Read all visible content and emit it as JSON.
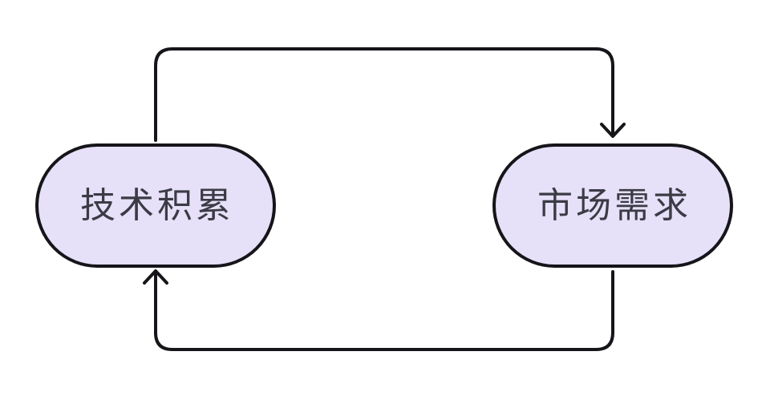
{
  "diagram": {
    "type": "cycle",
    "nodes": [
      {
        "id": "tech",
        "label": "技术积累"
      },
      {
        "id": "market",
        "label": "市场需求"
      }
    ],
    "edges": [
      {
        "from": "tech",
        "to": "market",
        "route": "top",
        "arrowhead": "down"
      },
      {
        "from": "market",
        "to": "tech",
        "route": "bottom",
        "arrowhead": "up"
      }
    ],
    "colors": {
      "background": "#ffffff",
      "node_fill": "#e6e0f8",
      "node_border": "#15151a",
      "arrow": "#15151a",
      "text": "#3b3b45"
    }
  }
}
